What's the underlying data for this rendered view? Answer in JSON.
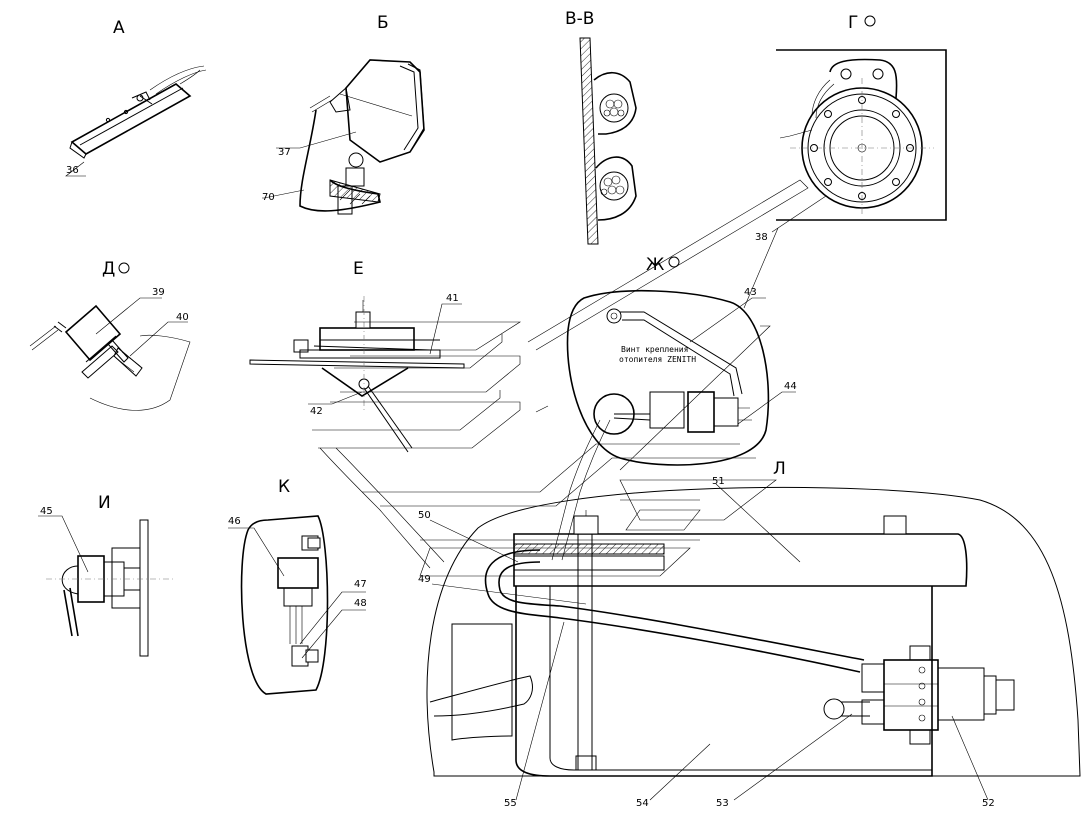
{
  "views": {
    "a": "А",
    "b": "Б",
    "vv": "В-В",
    "g": "Г",
    "d": "Д",
    "e": "Е",
    "zh": "Ж",
    "i": "И",
    "k": "К",
    "l": "Л"
  },
  "callouts": {
    "p36": "36",
    "p37": "37",
    "p70": "70",
    "p38": "38",
    "p39": "39",
    "p40": "40",
    "p41": "41",
    "p42": "42",
    "p43": "43",
    "p44": "44",
    "p45": "45",
    "p46": "46",
    "p47": "47",
    "p48": "48",
    "p49": "49",
    "p50": "50",
    "p51": "51",
    "p52": "52",
    "p53": "53",
    "p54": "54",
    "p55": "55"
  },
  "notes": {
    "zenith_line1": "Винт крепления",
    "zenith_line2": "отопителя ZENITH"
  }
}
